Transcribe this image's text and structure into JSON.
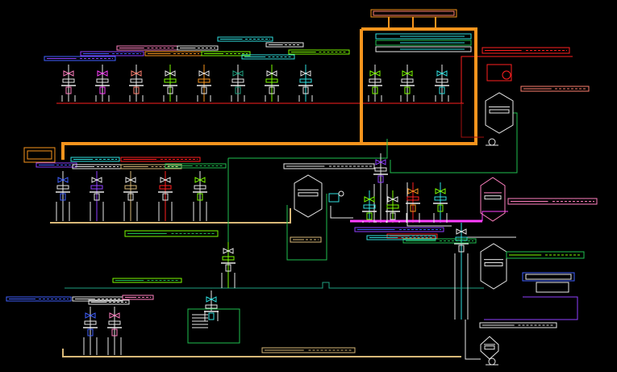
{
  "window": {
    "title": ""
  },
  "diagram": {
    "type": "process-piping-cad-drawing",
    "background": "#000000",
    "palette": {
      "orange": "#f7941d",
      "red": "#ff2020",
      "darkred": "#a01010",
      "green": "#20c050",
      "lime": "#7cfc00",
      "cyan": "#30e0e0",
      "magenta": "#ff40ff",
      "pink": "#ff80c0",
      "yellow": "#ffff40",
      "white": "#e8e8e8",
      "tan": "#d8b878",
      "blue": "#4060ff",
      "purple": "#9040ff",
      "teal": "#20a080",
      "salmon": "#ff8070"
    },
    "icons": [
      "pump-symbol",
      "valve-symbol",
      "vessel-symbol",
      "heat-exchanger-symbol"
    ]
  }
}
